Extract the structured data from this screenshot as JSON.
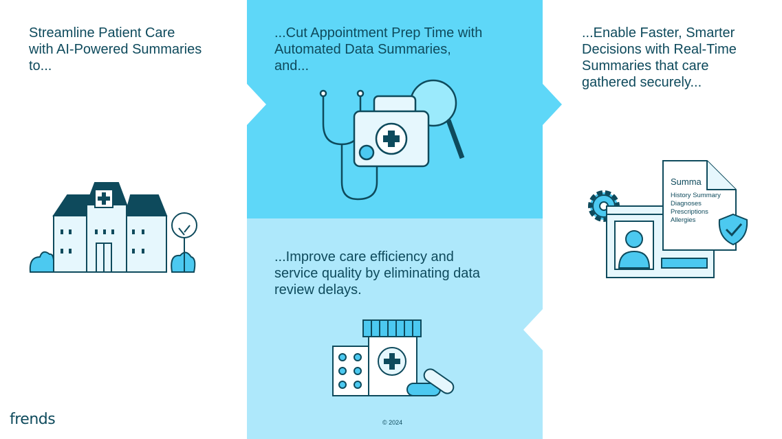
{
  "steps": [
    {
      "text": "Streamline Patient Care\nwith AI-Powered Summaries\nto..."
    },
    {
      "text": "...Cut Appointment Prep Time with\nAutomated Data Summaries,\nand..."
    },
    {
      "text": "...Enable Faster, Smarter\nDecisions with Real-Time\nSummaries that care\ngathered securely..."
    },
    {
      "text": "...Improve care efficiency and\nservice quality by eliminating data\nreview delays."
    }
  ],
  "document": {
    "title": "Summa",
    "lines": [
      "History Summary",
      "Diagnoses",
      "Prescriptions",
      "Allergies"
    ]
  },
  "footer": {
    "brand": "frends",
    "copyright": "© 2024"
  },
  "icons": {
    "hospital": "hospital-icon",
    "medical-kit": "medical-kit-icon",
    "pill-bottle": "pill-bottle-icon",
    "summary-document": "summary-document-icon"
  },
  "colors": {
    "primary_dark": "#0e4a5c",
    "panel_top": "#5ed7f8",
    "panel_bottom": "#aee8fb",
    "accent": "#4cc9f0"
  }
}
